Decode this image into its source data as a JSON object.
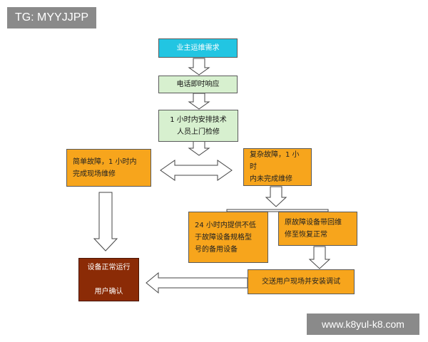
{
  "watermarks": {
    "top_left": "TG: MYYJJPP",
    "bottom_right": "www.k8yul-k8.com"
  },
  "nodes": {
    "owner_demand": "业主运维需求",
    "phone_response": "电话即时响应",
    "dispatch": "1 小时内安排技术\n人员上门检修",
    "simple_fault": "简单故障，1 小时内\n完成现场维修",
    "complex_fault": "复杂故障，1 小时\n内未完成维修",
    "backup_device": "24 小时内提供不低\n于故障设备规格型\n号的备用设备",
    "repair_return": "原故障设备带回维\n修至恢复正常",
    "deliver_install": "交送用户现场并安装调试",
    "normal_operation": "设备正常运行\n\n用户确认"
  },
  "colors": {
    "start": "#22c5e2",
    "process": "#d7f0cf",
    "branch": "#f7a51c",
    "end": "#8b2b06"
  }
}
